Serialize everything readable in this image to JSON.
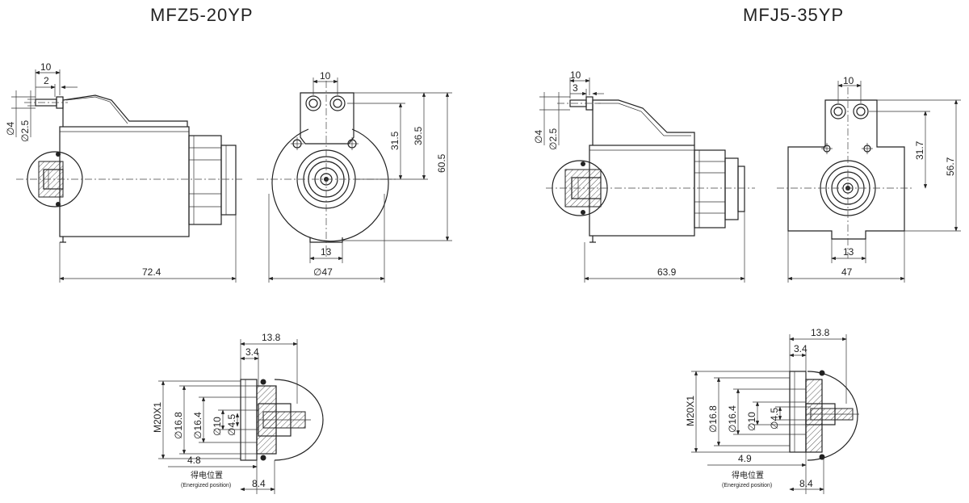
{
  "models": {
    "left": {
      "title": "MFZ5-20YP",
      "side": {
        "length": "72.4",
        "pin_offset": "10",
        "pin_length": "2",
        "pin_dia_outer": "∅4",
        "pin_dia_inner": "∅2.5"
      },
      "front": {
        "pin_spacing": "10",
        "height_pin": "31.5",
        "height_center": "36.5",
        "height_total": "60.5",
        "bottom_gap": "13",
        "diameter": "∅47"
      },
      "section": {
        "outer_width": "13.8",
        "step": "3.4",
        "thread": "M20X1",
        "d1": "∅16.8",
        "d2": "∅16.4",
        "d3": "∅10",
        "d4": "∅4.5",
        "offset": "4.8",
        "energized_cn": "得电位置",
        "energized_en": "(Energized position)",
        "stroke": "8.4"
      }
    },
    "right": {
      "title": "MFJ5-35YP",
      "side": {
        "length": "63.9",
        "pin_offset": "10",
        "pin_length": "3",
        "pin_dia_outer": "∅4",
        "pin_dia_inner": "∅2.5"
      },
      "front": {
        "pin_spacing": "10",
        "height_pin": "31.7",
        "height_total": "56.7",
        "bottom_gap": "13",
        "width": "47"
      },
      "section": {
        "outer_width": "13.8",
        "step": "3.4",
        "thread": "M20X1",
        "d1": "∅16.8",
        "d2": "∅16.4",
        "d3": "∅10",
        "d4": "∅4.5",
        "offset": "4.9",
        "energized_cn": "得电位置",
        "energized_en": "(Energized position)",
        "stroke": "8.4"
      }
    }
  }
}
